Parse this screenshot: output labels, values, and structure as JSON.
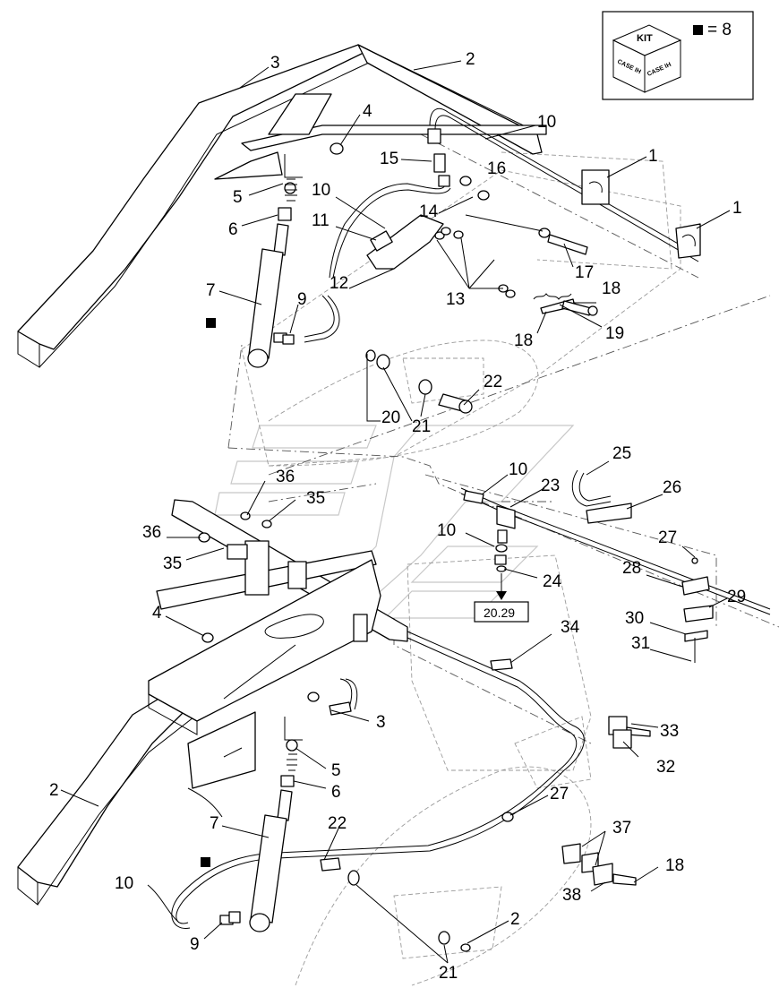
{
  "kit": {
    "label": "KIT",
    "legend_value": "= 8",
    "brand_face_1": "CASE IH",
    "brand_face_2": "CASE IH"
  },
  "reference_box": "20.29",
  "callouts": [
    "1",
    "1",
    "2",
    "3",
    "4",
    "5",
    "6",
    "7",
    "9",
    "10",
    "10",
    "11",
    "12",
    "13",
    "14",
    "15",
    "16",
    "17",
    "18",
    "18",
    "19",
    "20",
    "21",
    "22",
    "10",
    "23",
    "10",
    "24",
    "25",
    "26",
    "27",
    "28",
    "29",
    "30",
    "31",
    "36",
    "35",
    "36",
    "35",
    "4",
    "34",
    "3",
    "33",
    "32",
    "5",
    "6",
    "7",
    "2",
    "22",
    "27",
    "37",
    "18",
    "38",
    "10",
    "9",
    "2",
    "21"
  ]
}
